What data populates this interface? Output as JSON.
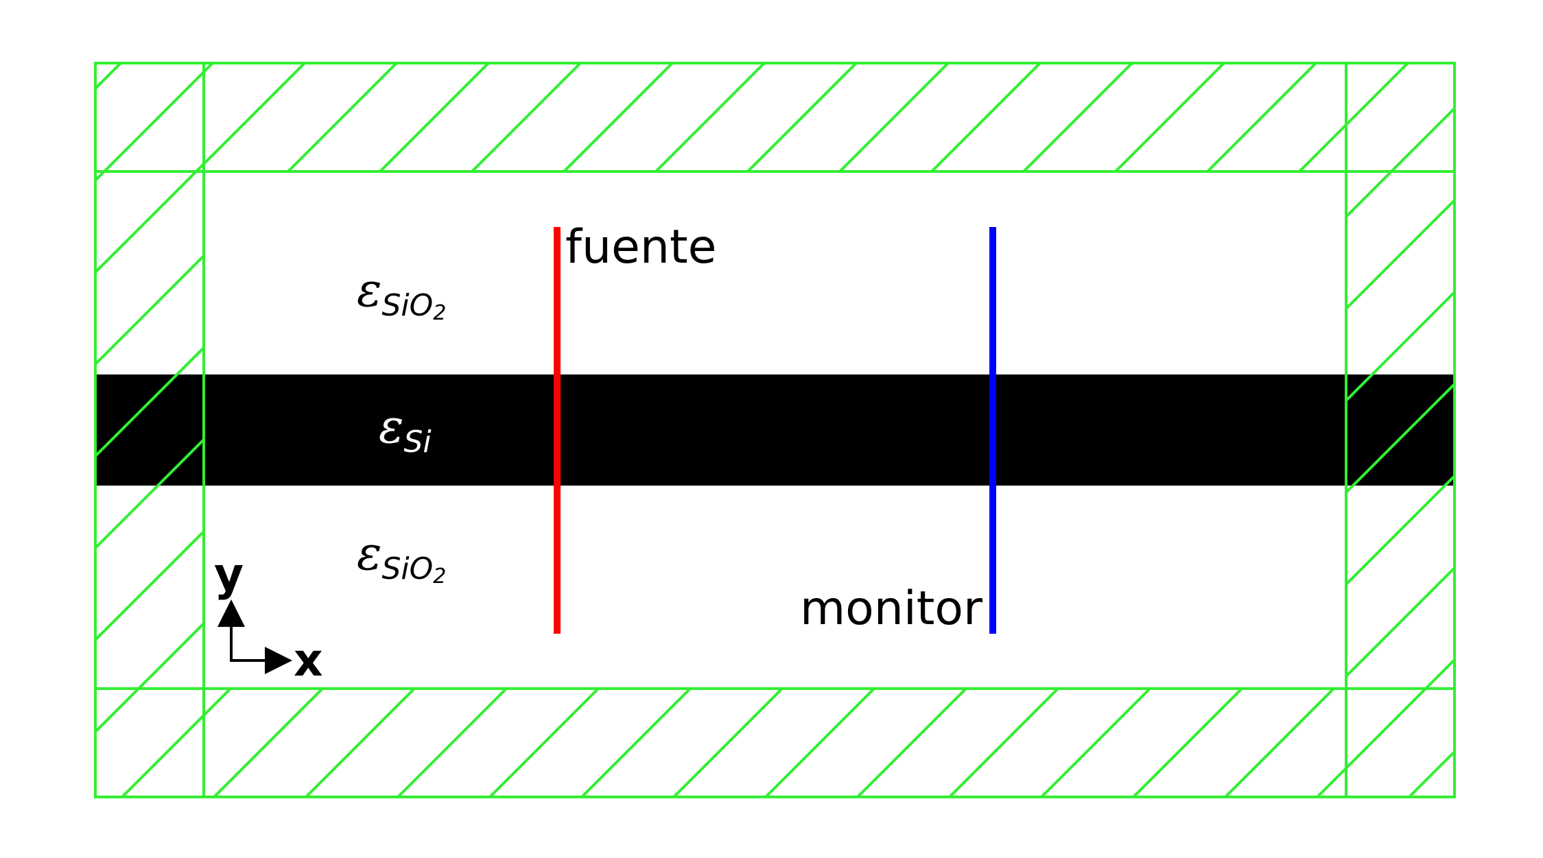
{
  "labels": {
    "source": "fuente",
    "monitor": "monitor",
    "axis_x": "x",
    "axis_y": "y"
  },
  "materials": {
    "cladding_top": {
      "symbol": "ε",
      "sub_main": "SiO",
      "sub_index": "2"
    },
    "core": {
      "symbol": "ε",
      "sub_main": "Si"
    },
    "cladding_bottom": {
      "symbol": "ε",
      "sub_main": "SiO",
      "sub_index": "2"
    }
  },
  "colors": {
    "pml": "#33ee33",
    "core": "#000000",
    "source": "#ff0000",
    "monitor": "#0000ff",
    "background": "#ffffff"
  }
}
